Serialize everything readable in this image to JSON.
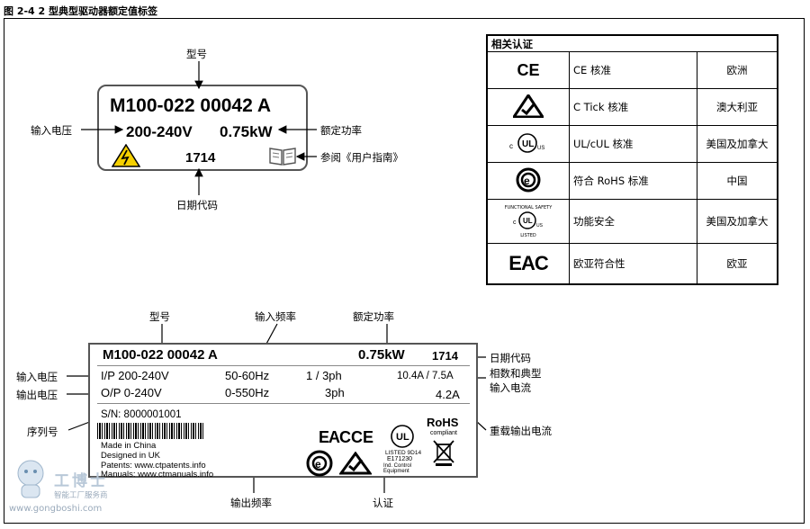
{
  "caption": "图 2-4   2 型典型驱动器额定值标签",
  "small_label": {
    "model": "M100-022   00042 A",
    "voltage": "200-240V",
    "power": "0.75kW",
    "date_code": "1714",
    "callouts": {
      "model": "型号",
      "input_voltage": "输入电压",
      "rated_power": "额定功率",
      "refer_guide": "参阅《用户指南》",
      "date_code": "日期代码"
    }
  },
  "cert_table": {
    "header": "相关认证",
    "rows": [
      {
        "icon": "ce-mark-icon",
        "name": "CE 核准",
        "region": "欧洲"
      },
      {
        "icon": "c-tick-icon",
        "name": "C Tick 核准",
        "region": "澳大利亚"
      },
      {
        "icon": "ul-cul-icon",
        "name": "UL/cUL 核准",
        "region": "美国及加拿大"
      },
      {
        "icon": "rohs-icon",
        "name": "符合 RoHS 标准",
        "region": "中国"
      },
      {
        "icon": "functional-safety-icon",
        "name": "功能安全",
        "region": "美国及加拿大"
      },
      {
        "icon": "eac-icon",
        "name": "欧亚符合性",
        "region": "欧亚"
      }
    ],
    "icon_text": {
      "ce": "CE",
      "eac": "EAC",
      "fs_top": "FUNCTIONAL SAFETY",
      "fs_bottom": "LISTED",
      "us": "US"
    }
  },
  "rating_label": {
    "model": "M100-022 00042 A",
    "power": "0.75kW",
    "date_code": "1714",
    "ip_label": "I/P 200-240V",
    "ip_freq": "50-60Hz",
    "ip_phase": "1 / 3ph",
    "ip_current": "10.4A / 7.5A",
    "op_label": "O/P 0-240V",
    "op_freq": "0-550Hz",
    "op_phase": "3ph",
    "op_current": "4.2A",
    "serial": "S/N: 8000001001",
    "made_in": "Made in China",
    "designed_in": "Designed in UK",
    "patents": "Patents: www.ctpatents.info",
    "manuals": "Manuals: www.ctmanuals.info",
    "ul_listed": "LISTED 9D14",
    "ul_file": "E171230",
    "ul_equipment": "Ind. Control Equipment",
    "rohs": "RoHS",
    "rohs_sub": "compliant",
    "callouts": {
      "model": "型号",
      "input_freq": "输入频率",
      "rated_power": "额定功率",
      "date_code": "日期代码",
      "input_voltage": "输入电压",
      "output_voltage": "输出电压",
      "phase_current_1": "相数和典型",
      "phase_current_2": "输入电流",
      "serial": "序列号",
      "heavy_current": "重载输出电流",
      "output_freq": "输出频率",
      "certification": "认证"
    }
  },
  "watermark": {
    "brand": "工博士",
    "sub": "智能工厂服务商",
    "url": "www.gongboshi.com"
  }
}
